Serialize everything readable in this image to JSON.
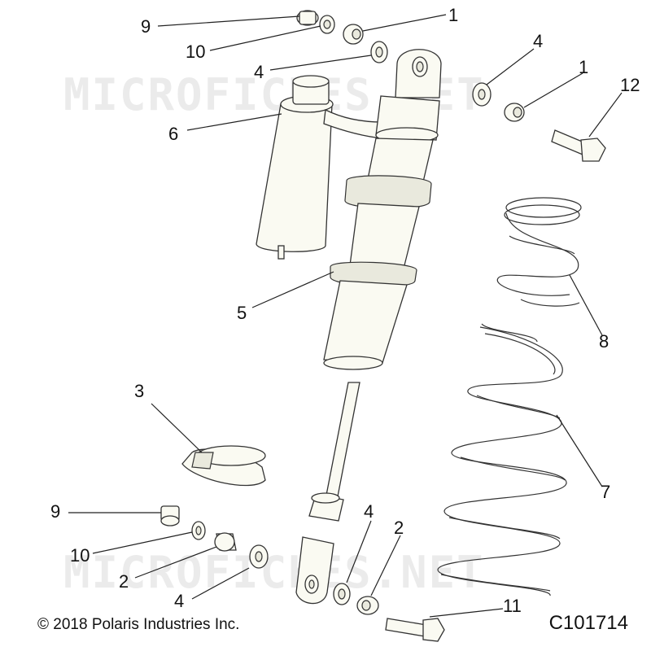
{
  "callouts": {
    "c1a": "1",
    "c1b": "1",
    "c2a": "2",
    "c2b": "2",
    "c3": "3",
    "c4a": "4",
    "c4b": "4",
    "c4c": "4",
    "c4d": "4",
    "c5": "5",
    "c6": "6",
    "c7": "7",
    "c8": "8",
    "c9a": "9",
    "c9b": "9",
    "c10a": "10",
    "c10b": "10",
    "c11": "11",
    "c12": "12"
  },
  "watermark": "MICROFICHES.NET",
  "footer": {
    "copyright": "© 2018 Polaris Industries Inc.",
    "diagram_id": "C101714"
  }
}
